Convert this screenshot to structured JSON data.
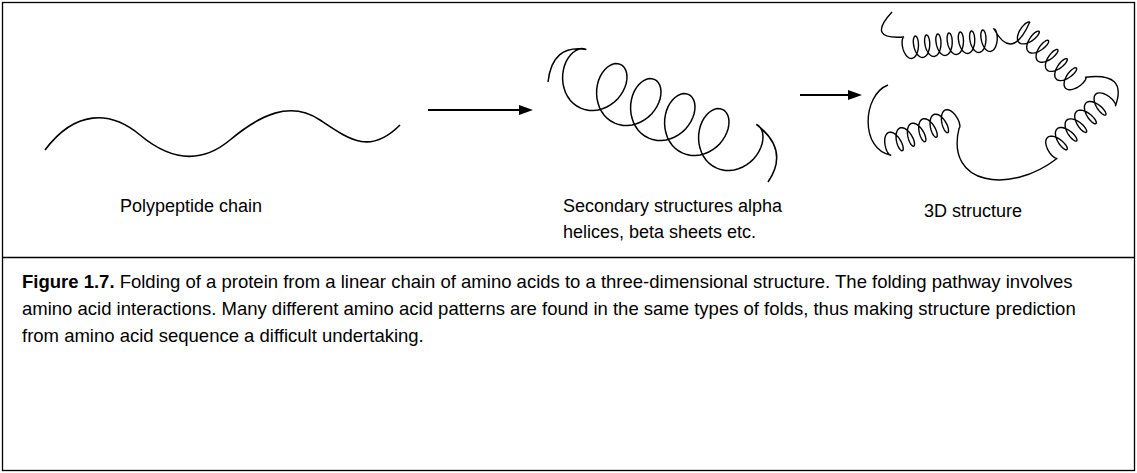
{
  "diagram": {
    "caption": "Figure 1.7. Folding of a protein from a linear chain of amino acids to a three-dimensional structure. The folding pathway involves amino acid interactions. Many different amino acid patterns are found in the same types of folds, thus making structure prediction from amino acid sequence a difficult undertaking.",
    "nodes": [
      {
        "text": [
          "Polypeptide chain"
        ]
      },
      {
        "text": [
          "Secondary structures alpha helices, beta sheets etc."
        ]
      },
      {
        "text": [
          "3D structure"
        ]
      }
    ],
    "edges": [
      {
        "from": 0,
        "to": 1,
        "arrow": "to"
      },
      {
        "from": 1,
        "to": 2,
        "arrow": "to"
      }
    ]
  }
}
